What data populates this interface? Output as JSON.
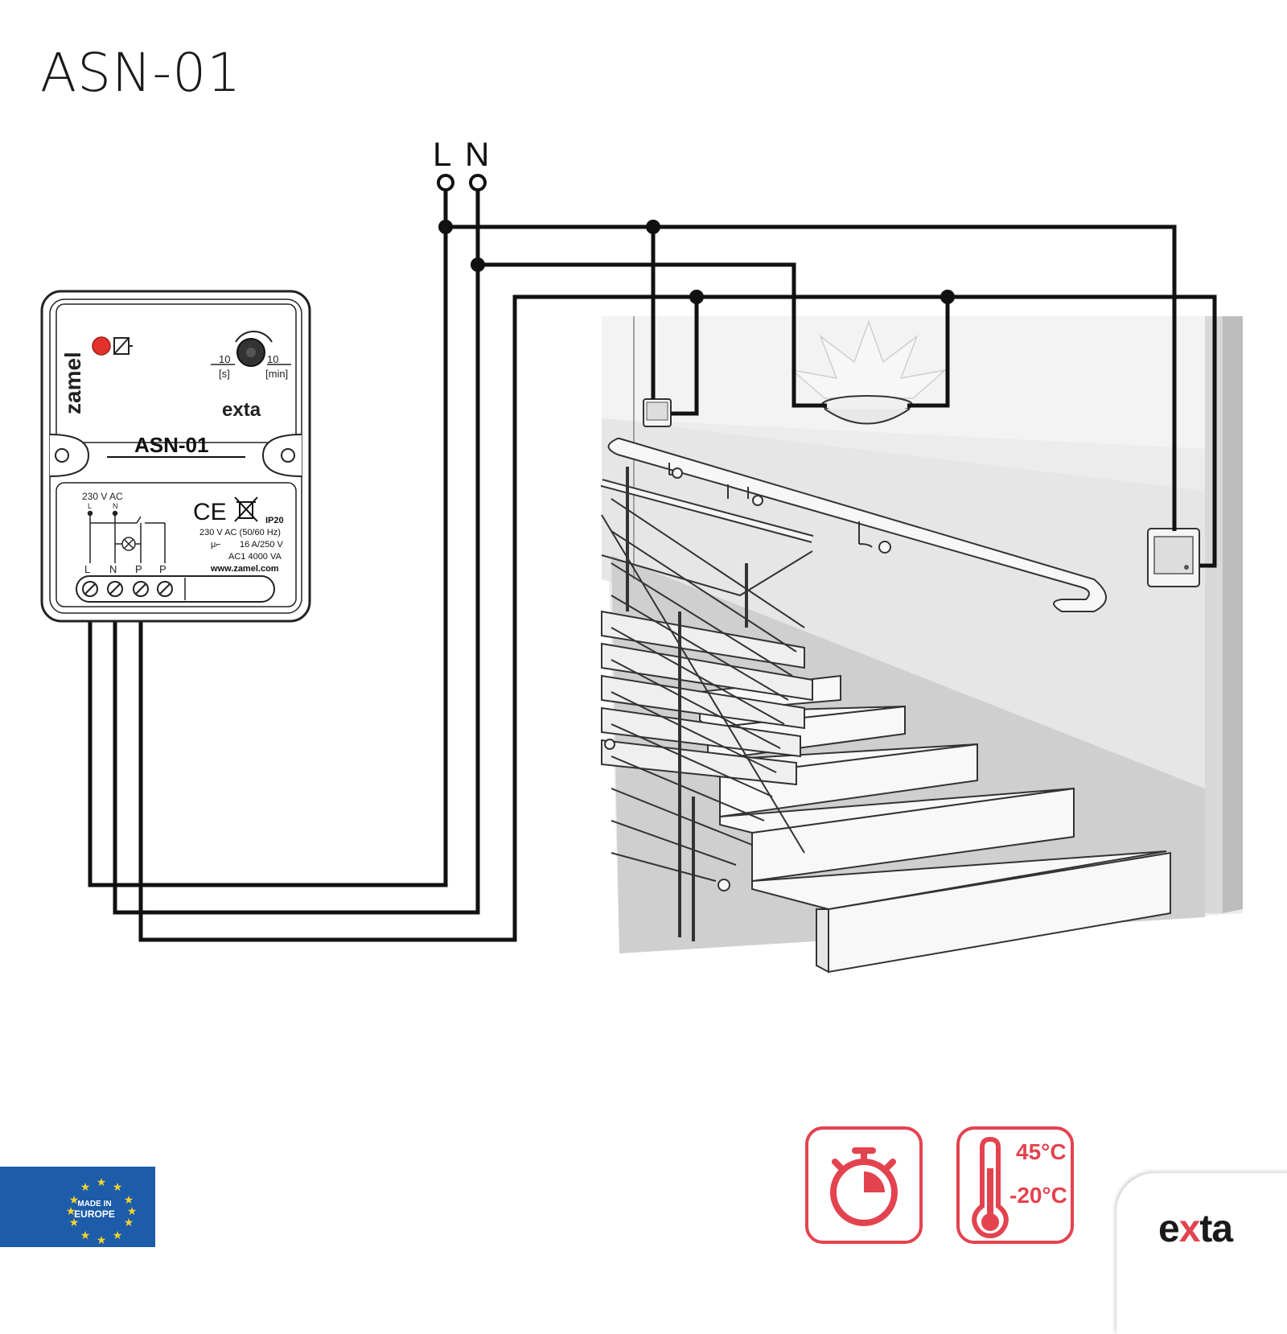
{
  "title": "ASN-01",
  "supply": {
    "line_label": "L",
    "neutral_label": "N"
  },
  "device": {
    "brand": "zamel",
    "series_logo": "exta",
    "model": "ASN-01",
    "timer_min_value": "10",
    "timer_min_unit": "[s]",
    "timer_max_value": "10",
    "timer_max_unit": "[min]",
    "voltage_label": "230 V AC",
    "term_top_L": "L",
    "term_top_N": "N",
    "protection": "IP20",
    "spec_supply": "230 V AC (50/60 Hz)",
    "spec_contact": "16 A/250 V",
    "spec_load": "AC1 4000 VA",
    "website": "www.zamel.com",
    "term_L": "L",
    "term_N": "N",
    "term_P1": "P",
    "term_P2": "P",
    "ce_mark": "CE"
  },
  "badges": {
    "temp_max": "45°C",
    "temp_min": "-20°C",
    "made_in_line1": "MADE IN",
    "made_in_line2": "EUROPE",
    "corner_logo_prefix": "e",
    "corner_logo_x": "x",
    "corner_logo_suffix": "ta"
  },
  "colors": {
    "accent": "#e3434f",
    "eu_blue": "#1d5ca8",
    "wire": "#111111",
    "wall": "#dcdcdc"
  },
  "icons": [
    "stopwatch-icon",
    "thermometer-icon",
    "eu-stars-icon",
    "ce-icon",
    "weee-bin-icon",
    "relay-icon",
    "lamp-icon",
    "knob-icon"
  ]
}
